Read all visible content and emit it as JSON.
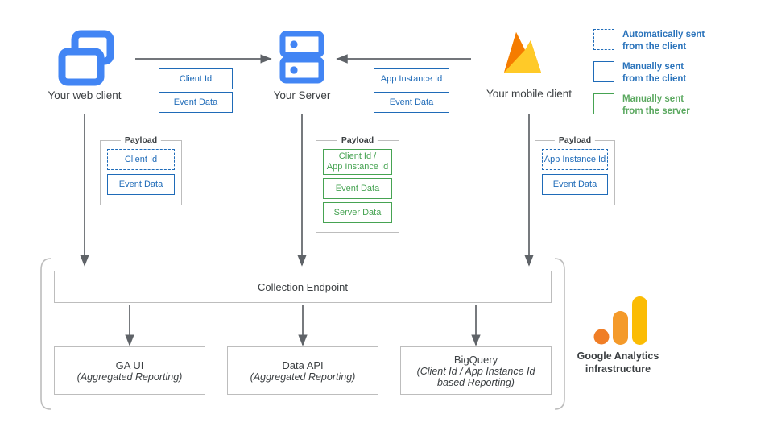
{
  "nodes": {
    "web_client": {
      "label": "Your web client",
      "icon": "web-windows-icon"
    },
    "server": {
      "label": "Your Server",
      "icon": "server-rack-icon"
    },
    "mobile_client": {
      "label": "Your mobile client",
      "icon": "firebase-flame-icon"
    }
  },
  "transport": {
    "web_to_server": [
      "Client Id",
      "Event Data"
    ],
    "mobile_to_server": [
      "App Instance Id",
      "Event Data"
    ]
  },
  "payloads": {
    "title": "Payload",
    "web": [
      {
        "text": "Client Id",
        "style": "blue-dashed"
      },
      {
        "text": "Event Data",
        "style": "blue-solid"
      }
    ],
    "server": [
      {
        "text": "Client Id /\nApp Instance Id",
        "style": "green-solid"
      },
      {
        "text": "Event Data",
        "style": "green-solid"
      },
      {
        "text": "Server Data",
        "style": "green-solid"
      }
    ],
    "mobile": [
      {
        "text": "App Instance Id",
        "style": "blue-dashed"
      },
      {
        "text": "Event Data",
        "style": "blue-solid"
      }
    ]
  },
  "infrastructure": {
    "endpoint": "Collection Endpoint",
    "outcomes": [
      {
        "title": "GA UI",
        "sub": "(Aggregated Reporting)"
      },
      {
        "title": "Data API",
        "sub": "(Aggregated Reporting)"
      },
      {
        "title": "BigQuery",
        "sub": "(Client Id / App Instance Id\nbased Reporting)"
      }
    ],
    "caption": "Google Analytics\ninfrastructure",
    "logo": "google-analytics-bars-icon"
  },
  "legend": [
    {
      "swatch": "dashed-blue",
      "text": "Automatically sent\nfrom the client",
      "color": "blue"
    },
    {
      "swatch": "solid-blue",
      "text": "Manually sent\nfrom the client",
      "color": "blue"
    },
    {
      "swatch": "solid-green",
      "text": "Manually sent\nfrom the server",
      "color": "green"
    }
  ],
  "colors": {
    "blue": "#1f6bb8",
    "legend_blue": "#2a73bb",
    "green": "#46a352",
    "legend_green": "#5aa85f",
    "icon_blue": "#4285f4",
    "arrow_gray": "#5f6368",
    "border_gray": "#bdbdbd",
    "text_gray": "#3c4043",
    "ga_orange_dark": "#f07e26",
    "ga_orange_mid": "#f49a2a",
    "ga_orange_light": "#fbbc04",
    "firebase_amber": "#ffa000",
    "firebase_orange": "#f57c00",
    "firebase_yellow": "#ffca28"
  }
}
